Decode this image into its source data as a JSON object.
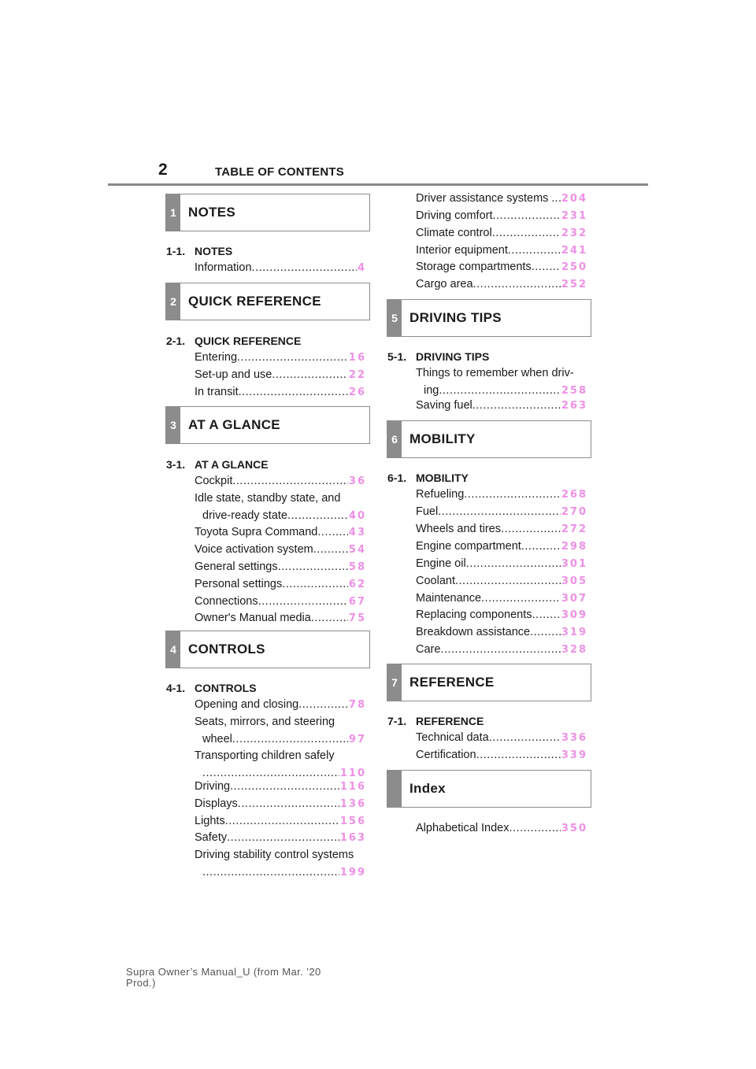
{
  "header": {
    "page_number": "2",
    "title": "TABLE OF CONTENTS"
  },
  "sections": {
    "s1": {
      "num": "1",
      "title": "NOTES",
      "sub_num": "1-1.",
      "sub_title": "NOTES"
    },
    "s2": {
      "num": "2",
      "title": "QUICK REFERENCE",
      "sub_num": "2-1.",
      "sub_title": "QUICK REFERENCE"
    },
    "s3": {
      "num": "3",
      "title": "AT A GLANCE",
      "sub_num": "3-1.",
      "sub_title": "AT A GLANCE"
    },
    "s4": {
      "num": "4",
      "title": "CONTROLS",
      "sub_num": "4-1.",
      "sub_title": "CONTROLS"
    },
    "s5": {
      "num": "5",
      "title": "DRIVING TIPS",
      "sub_num": "5-1.",
      "sub_title": "DRIVING TIPS"
    },
    "s6": {
      "num": "6",
      "title": "MOBILITY",
      "sub_num": "6-1.",
      "sub_title": "MOBILITY"
    },
    "s7": {
      "num": "7",
      "title": "REFERENCE",
      "sub_num": "7-1.",
      "sub_title": "REFERENCE"
    },
    "index": {
      "title": "Index"
    }
  },
  "entries": {
    "information": {
      "label": "Information",
      "page": "4"
    },
    "entering": {
      "label": "Entering",
      "page": "16"
    },
    "setup": {
      "label": "Set-up and use",
      "page": "22"
    },
    "transit": {
      "label": "In transit",
      "page": "26"
    },
    "cockpit": {
      "label": "Cockpit",
      "page": "36"
    },
    "idle": {
      "label1": "Idle state, standby state, and",
      "label2": "drive-ready state",
      "page": "40"
    },
    "command": {
      "label": "Toyota Supra Command",
      "page": "43"
    },
    "voice": {
      "label": "Voice activation system",
      "page": "54"
    },
    "general": {
      "label": "General settings",
      "page": "58"
    },
    "personal": {
      "label": "Personal settings",
      "page": "62"
    },
    "connections": {
      "label": "Connections",
      "page": "67"
    },
    "manual_media": {
      "label": "Owner's Manual media",
      "page": "75"
    },
    "opening": {
      "label": "Opening and closing",
      "page": "78"
    },
    "seats": {
      "label1": "Seats, mirrors, and steering",
      "label2": "wheel",
      "page": "97"
    },
    "children": {
      "label1": "Transporting children safely",
      "label2": "",
      "page": "110"
    },
    "driving": {
      "label": "Driving",
      "page": "116"
    },
    "displays": {
      "label": "Displays",
      "page": "136"
    },
    "lights": {
      "label": "Lights",
      "page": "156"
    },
    "safety": {
      "label": "Safety",
      "page": "163"
    },
    "stability": {
      "label1": "Driving stability control systems",
      "label2": "",
      "page": "199"
    },
    "assist": {
      "label": "Driver assistance systems .",
      "page": "204"
    },
    "comfort": {
      "label": "Driving comfort",
      "page": "231"
    },
    "climate": {
      "label": "Climate control",
      "page": "232"
    },
    "interior": {
      "label": "Interior equipment",
      "page": "241"
    },
    "storage": {
      "label": "Storage compartments",
      "page": "250"
    },
    "cargo": {
      "label": "Cargo area",
      "page": "252"
    },
    "remember": {
      "label1": "Things to remember when driv-",
      "label2": "ing",
      "page": "258"
    },
    "saving": {
      "label": "Saving fuel",
      "page": "263"
    },
    "refueling": {
      "label": "Refueling",
      "page": "268"
    },
    "fuel": {
      "label": "Fuel",
      "page": "270"
    },
    "wheels": {
      "label": "Wheels and tires",
      "page": "272"
    },
    "engine_comp": {
      "label": "Engine compartment",
      "page": "298"
    },
    "engine_oil": {
      "label": "Engine oil",
      "page": "301"
    },
    "coolant": {
      "label": "Coolant",
      "page": "305"
    },
    "maintenance": {
      "label": "Maintenance",
      "page": "307"
    },
    "replacing": {
      "label": "Replacing components",
      "page": "309"
    },
    "breakdown": {
      "label": "Breakdown assistance",
      "page": "319"
    },
    "care": {
      "label": "Care",
      "page": "328"
    },
    "technical": {
      "label": "Technical data",
      "page": "336"
    },
    "certification": {
      "label": "Certification",
      "page": "339"
    },
    "alpha_index": {
      "label": "Alphabetical Index",
      "page": "350"
    }
  },
  "footer": {
    "line1": "Supra Owner’s Manual_U (from Mar. ’20",
    "line2": "Prod.)"
  }
}
